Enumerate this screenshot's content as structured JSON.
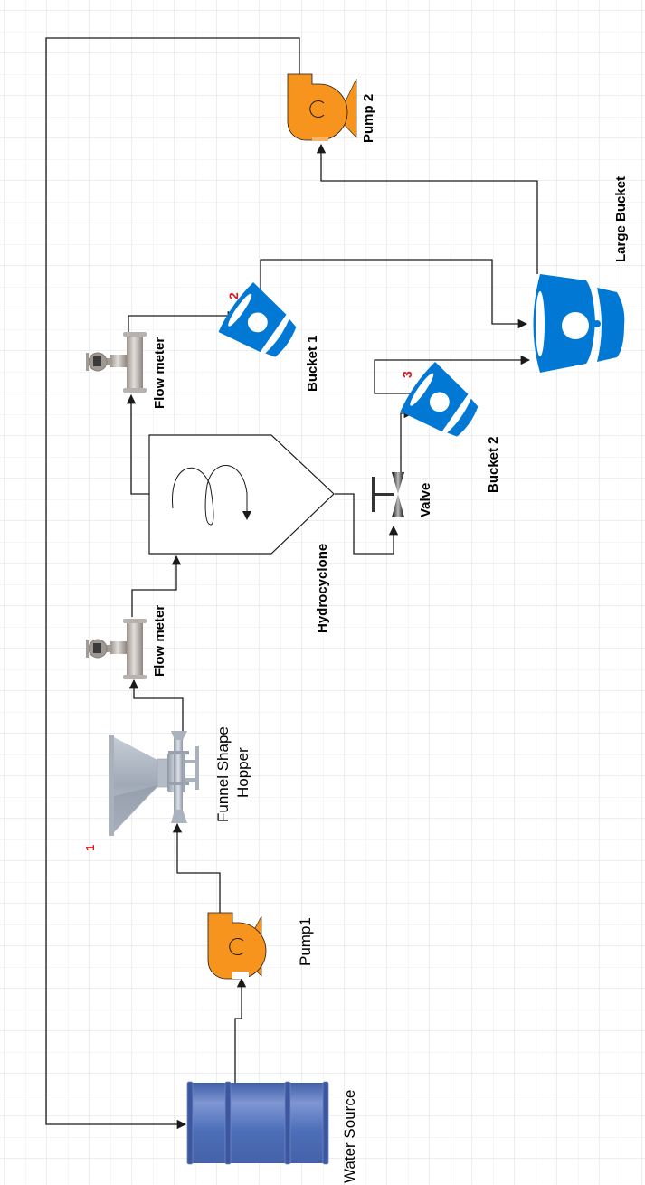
{
  "diagram": {
    "type": "process-flow",
    "background": "grid",
    "colors": {
      "pump": "#f7941d",
      "bucket": "#0078d4",
      "barrel": "#4a6db5",
      "marker": "#e8141b",
      "line": "#1a1a1a"
    },
    "nodes": {
      "water_source": {
        "label": "Water Source",
        "icon": "barrel-icon"
      },
      "pump1": {
        "label": "Pump1",
        "icon": "pump-icon"
      },
      "hopper": {
        "label_line1": "Funnel Shape",
        "label_line2": "Hopper",
        "icon": "funnel-hopper-icon"
      },
      "flow_meter_1": {
        "label": "Flow meter",
        "icon": "flow-meter-icon"
      },
      "hydrocyclone": {
        "label": "Hydrocyclone",
        "icon": "hydrocyclone-icon"
      },
      "flow_meter_2": {
        "label": "Flow meter",
        "icon": "flow-meter-icon"
      },
      "valve": {
        "label": "Valve",
        "icon": "valve-icon"
      },
      "bucket1": {
        "label": "Bucket 1",
        "icon": "bucket-icon"
      },
      "bucket2": {
        "label": "Bucket 2",
        "icon": "bucket-icon"
      },
      "large_bucket": {
        "label": "Large Bucket",
        "icon": "bucket-icon"
      },
      "pump2": {
        "label": "Pump 2",
        "icon": "pump-icon"
      }
    },
    "markers": [
      "1",
      "2",
      "3"
    ],
    "edges": [
      {
        "from": "Water Source",
        "to": "Pump1"
      },
      {
        "from": "Pump1",
        "to": "Funnel Shape Hopper"
      },
      {
        "from": "Funnel Shape Hopper",
        "to": "Flow meter"
      },
      {
        "from": "Flow meter",
        "to": "Hydrocyclone"
      },
      {
        "from": "Hydrocyclone",
        "to": "Flow meter (overflow)"
      },
      {
        "from": "Flow meter (overflow)",
        "to": "Bucket 1"
      },
      {
        "from": "Hydrocyclone",
        "to": "Valve"
      },
      {
        "from": "Valve",
        "to": "Bucket 2"
      },
      {
        "from": "Bucket 1",
        "to": "Large Bucket"
      },
      {
        "from": "Bucket 2",
        "to": "Large Bucket"
      },
      {
        "from": "Large Bucket",
        "to": "Pump 2"
      },
      {
        "from": "Pump 2",
        "to": "Water Source"
      }
    ]
  }
}
